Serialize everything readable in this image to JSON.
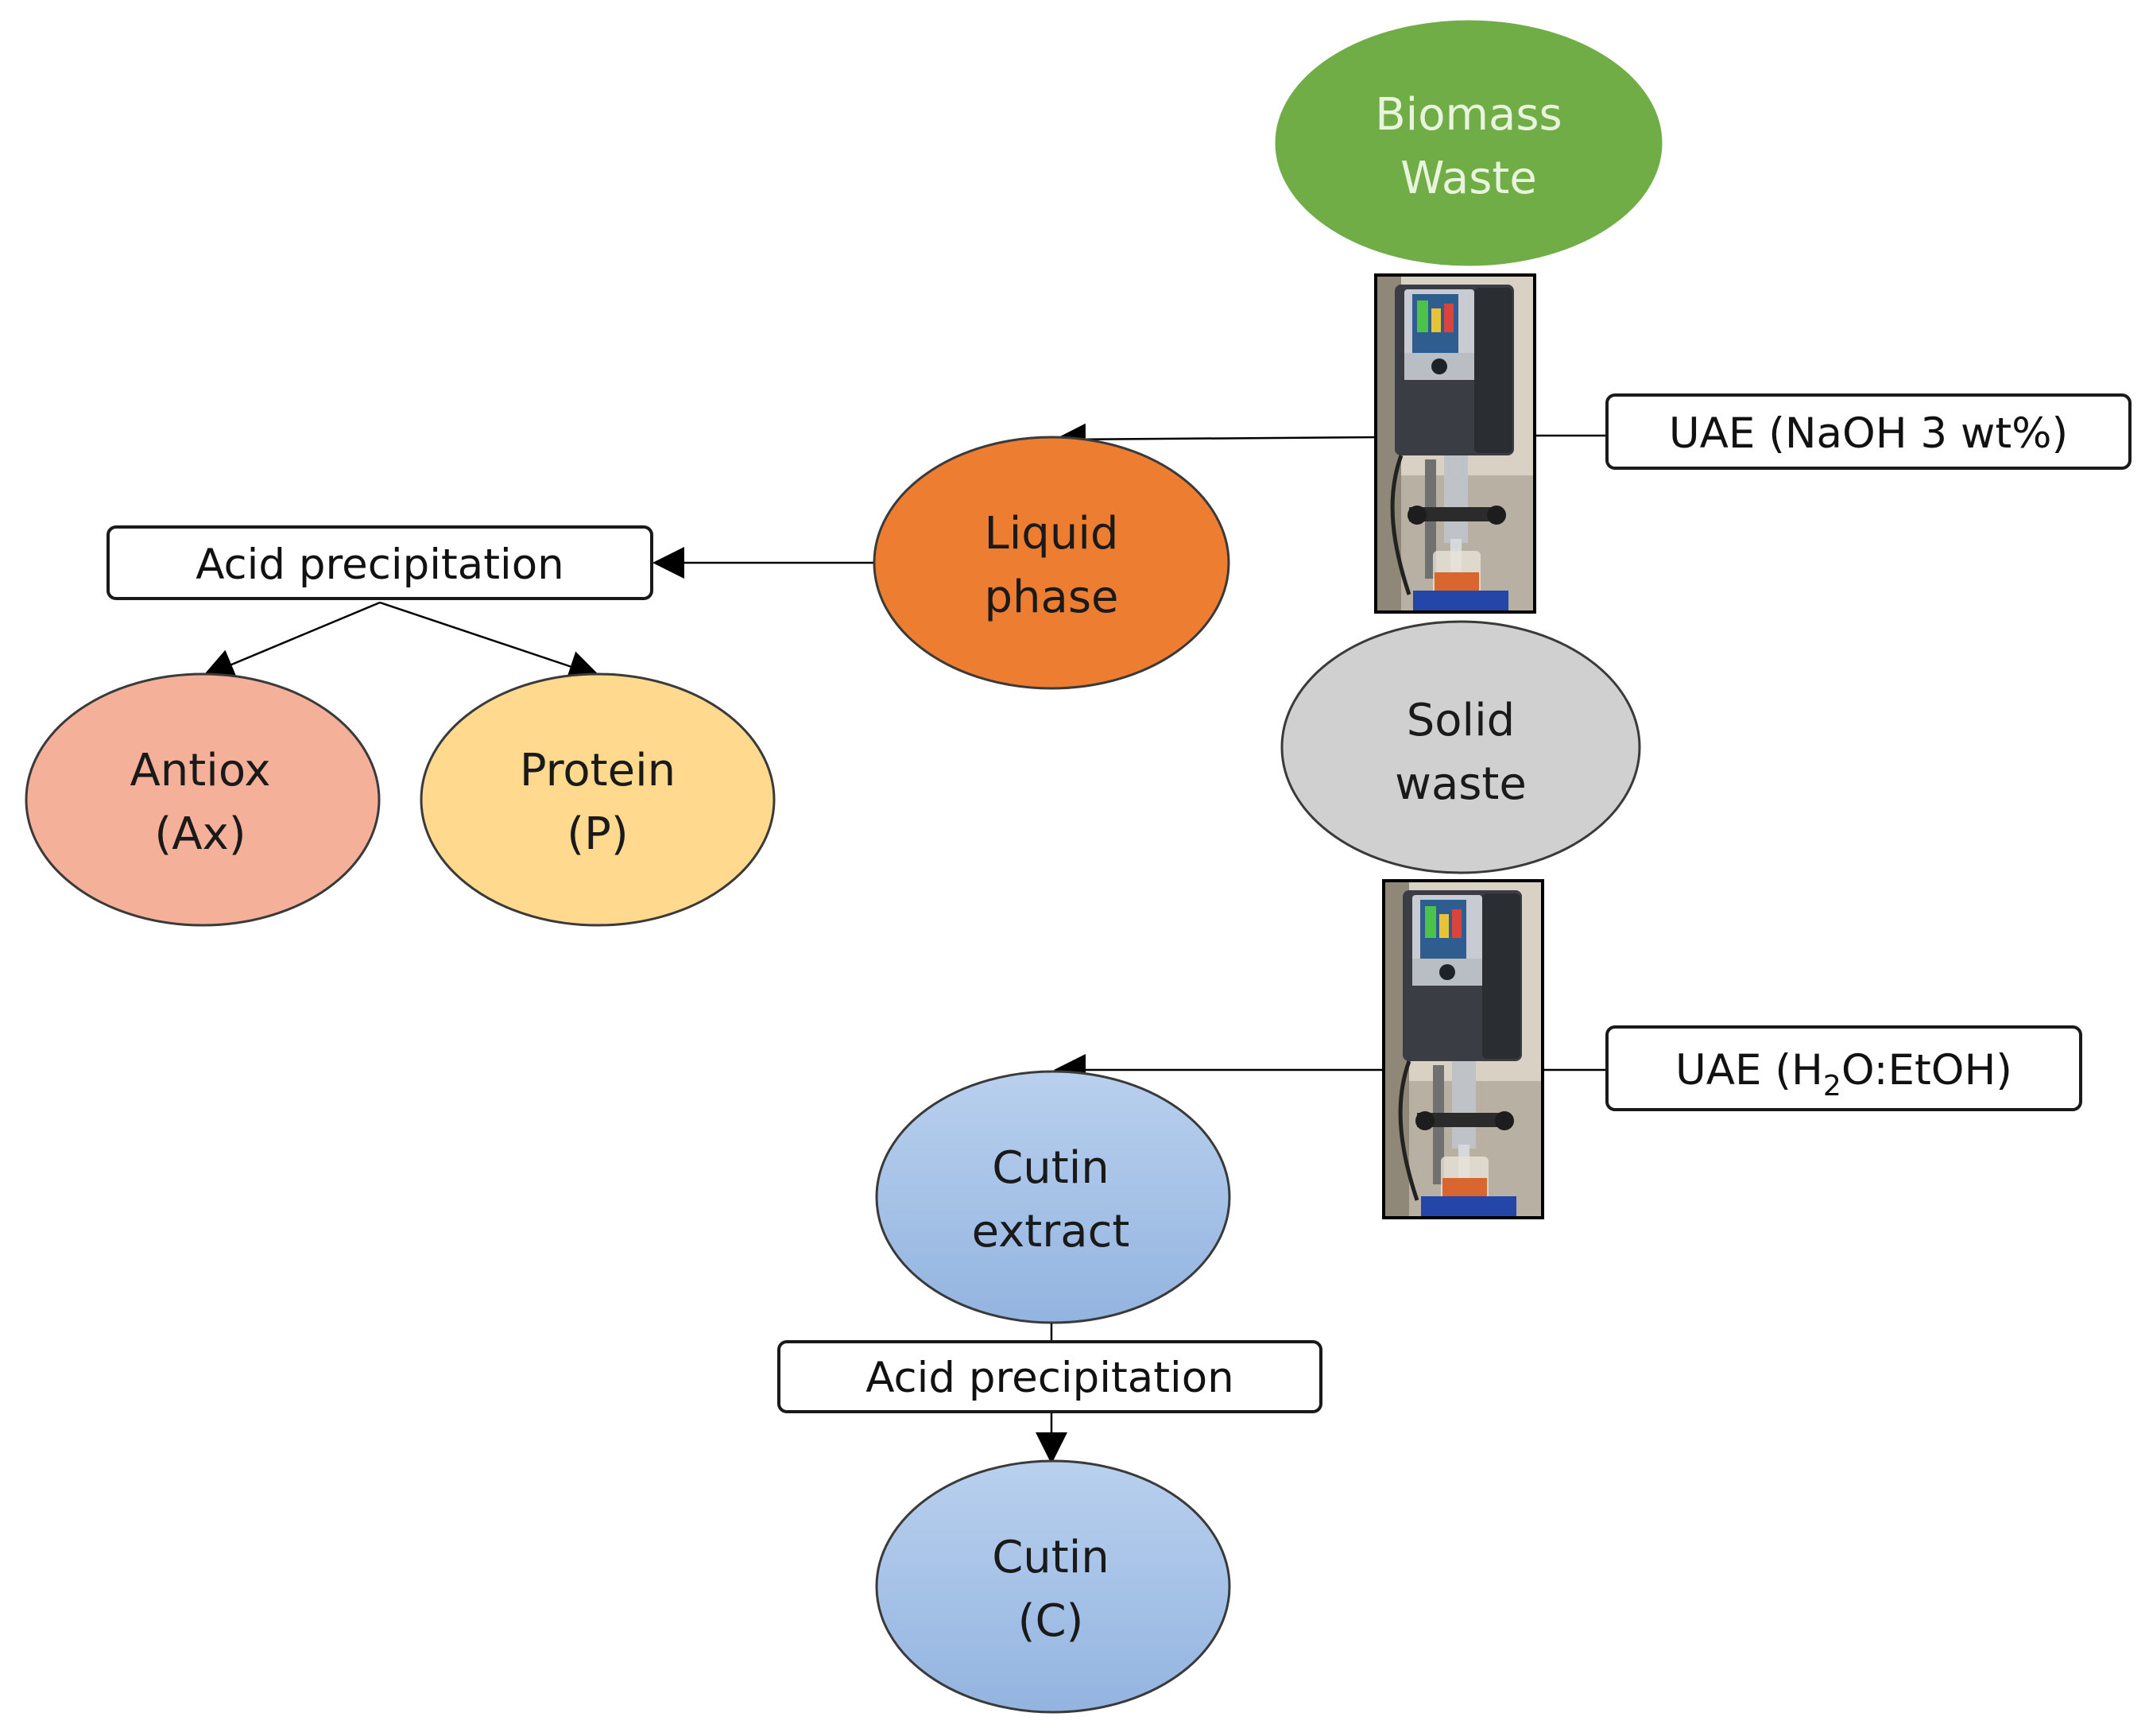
{
  "nodes": {
    "biomass": {
      "line1": "Biomass",
      "line2": "Waste",
      "fill": "#71ad47",
      "text_color": "#e8f5dc"
    },
    "liquid": {
      "line1": "Liquid",
      "line2": "phase",
      "fill": "#ed7d31",
      "text_color": "#1a1a1a"
    },
    "solid": {
      "line1": "Solid",
      "line2": "waste",
      "fill": "#d0d0d0",
      "text_color": "#1a1a1a"
    },
    "antiox": {
      "line1": "Antiox",
      "line2": "(Ax)",
      "fill": "#f4b098",
      "text_color": "#1a1a1a"
    },
    "protein": {
      "line1": "Protein",
      "line2": "(P)",
      "fill": "#fed98e",
      "text_color": "#1a1a1a"
    },
    "cutin_extract": {
      "line1": "Cutin",
      "line2": "extract",
      "fill": "#a9c4e8",
      "text_color": "#1a1a1a"
    },
    "cutin": {
      "line1": "Cutin",
      "line2": "(C)",
      "fill": "#a9c4e8",
      "text_color": "#1a1a1a"
    }
  },
  "boxes": {
    "acid_precip_top": {
      "label": "Acid precipitation"
    },
    "acid_precip_bottom": {
      "label": "Acid precipitation"
    },
    "uae_naoh": {
      "label": "UAE (NaOH 3 wt%)"
    },
    "uae_h2o": {
      "prefix": "UAE (H",
      "subscript": "2",
      "suffix": "O:EtOH)"
    }
  },
  "icons": {
    "apparatus": "ultrasonic-homogenizer-photo"
  }
}
